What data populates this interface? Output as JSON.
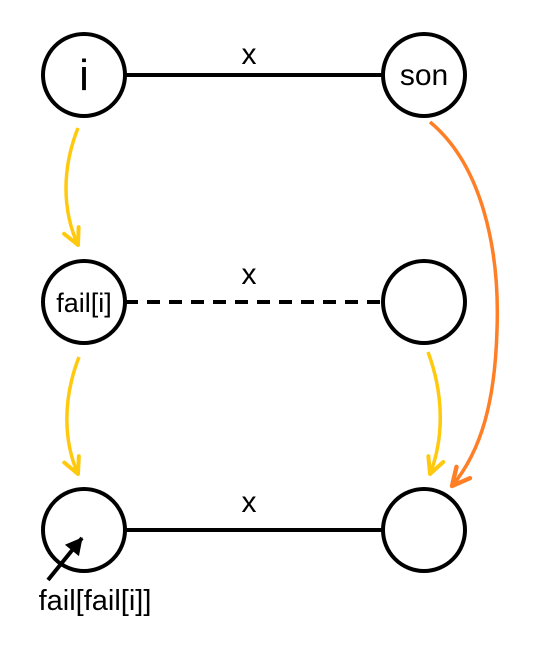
{
  "nodes": {
    "i": {
      "label": "i"
    },
    "son": {
      "label": "son"
    },
    "fail_i": {
      "label": "fail[i]"
    },
    "fail_son": {
      "label": ""
    },
    "fail_fail_i": {
      "label": ""
    },
    "target": {
      "label": ""
    }
  },
  "edges": {
    "top": {
      "label": "x",
      "style": "solid"
    },
    "middle": {
      "label": "x",
      "style": "dashed"
    },
    "bottom": {
      "label": "x",
      "style": "solid"
    }
  },
  "annotation": {
    "label": "fail[fail[i]]"
  },
  "colors": {
    "fail_arrow": "#FFC90E",
    "son_fail_arrow": "#FF7F27",
    "stroke": "#000000"
  }
}
